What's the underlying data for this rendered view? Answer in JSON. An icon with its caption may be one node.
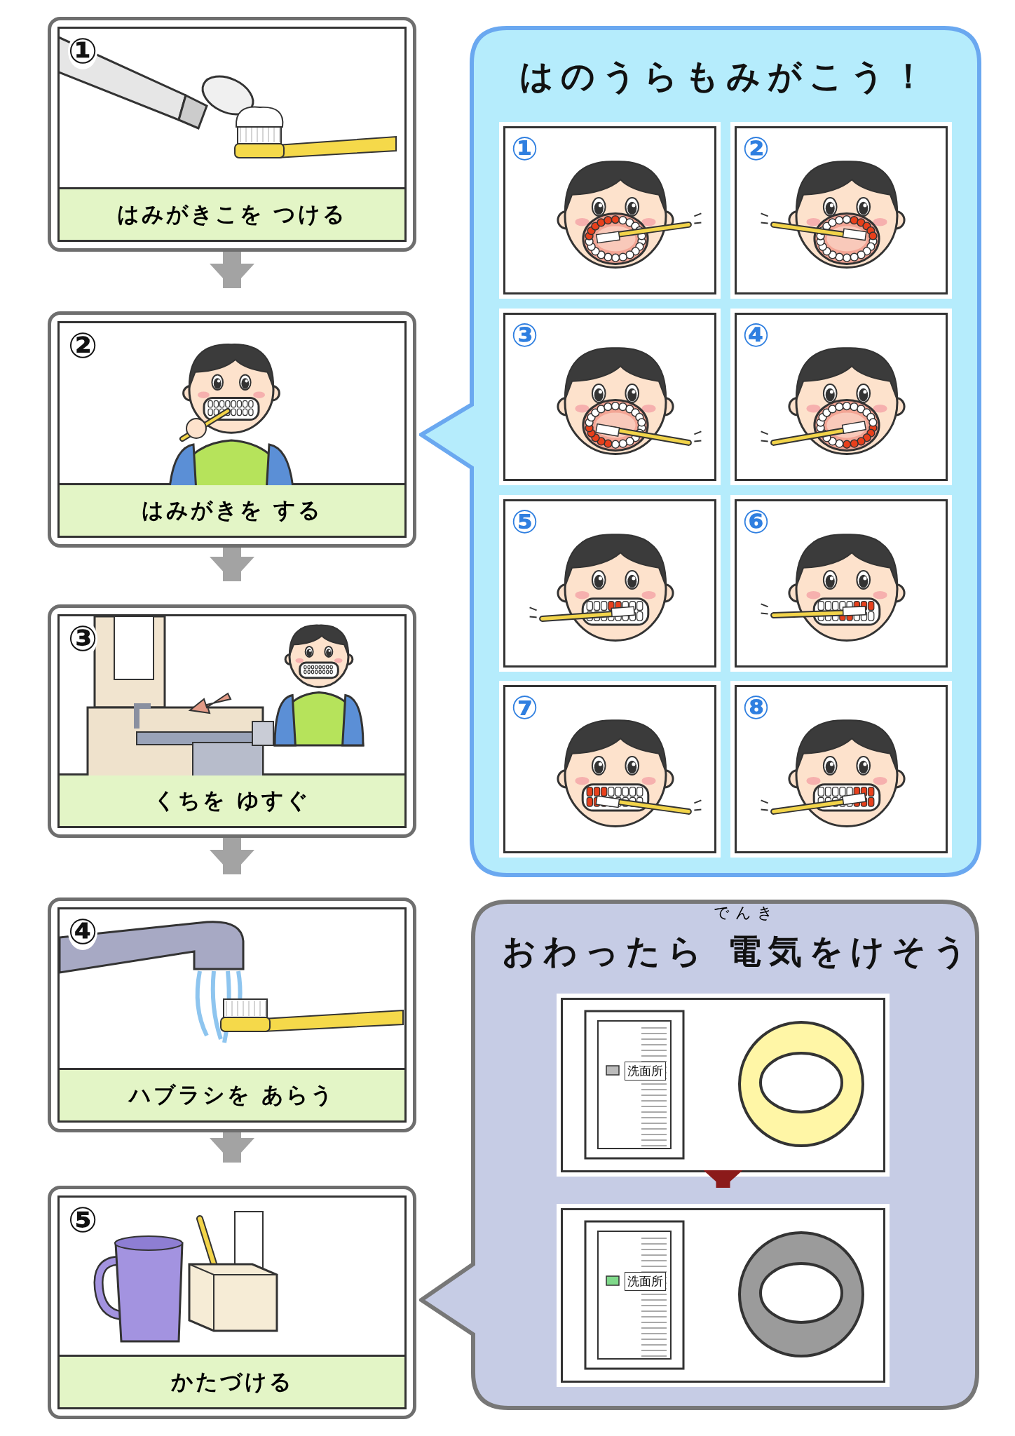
{
  "diagram": {
    "nodes": [
      {
        "text": [
          "①",
          "はみがきこを つける"
        ]
      },
      {
        "text": [
          "②",
          "はみがきを する"
        ]
      },
      {
        "text": [
          "③",
          "くちを ゆすぐ"
        ]
      },
      {
        "text": [
          "④",
          "ハブラシを あらう"
        ]
      },
      {
        "text": [
          "⑤",
          "かたづける"
        ]
      },
      {
        "text": [
          "はのうらもみがこう！"
        ]
      },
      {
        "text": [
          "①"
        ],
        "in": 5
      },
      {
        "text": [
          "②"
        ],
        "in": 5
      },
      {
        "text": [
          "③"
        ],
        "in": 5
      },
      {
        "text": [
          "④"
        ],
        "in": 5
      },
      {
        "text": [
          "⑤"
        ],
        "in": 5
      },
      {
        "text": [
          "⑥"
        ],
        "in": 5
      },
      {
        "text": [
          "⑦"
        ],
        "in": 5
      },
      {
        "text": [
          "⑧"
        ],
        "in": 5
      },
      {
        "text": [
          "でんき",
          "おわったら 電気をけそう"
        ]
      },
      {
        "text": [
          "洗面所"
        ],
        "in": 14
      },
      {
        "text": [
          "洗面所"
        ],
        "in": 14
      }
    ],
    "edges": [
      {
        "from": 0,
        "to": 1,
        "arrow": "to"
      },
      {
        "from": 1,
        "to": 2,
        "arrow": "to"
      },
      {
        "from": 2,
        "to": 3,
        "arrow": "to"
      },
      {
        "from": 3,
        "to": 4,
        "arrow": "to"
      },
      {
        "from": 15,
        "to": 16,
        "arrow": "to",
        "color": "#8b1a1a"
      }
    ]
  }
}
